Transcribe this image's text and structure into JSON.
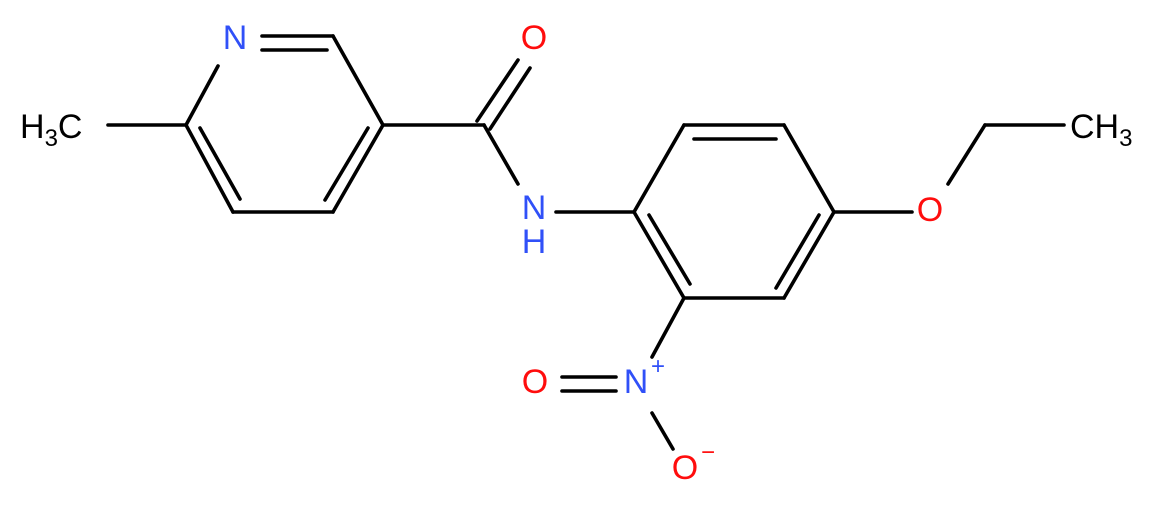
{
  "colors": {
    "bond": "#000000",
    "nitrogen": "#3050F8",
    "oxygen": "#FF0D0D",
    "carbon": "#000000"
  },
  "atoms": {
    "pyridine_n": {
      "element": "N"
    },
    "methyl_left": {
      "main": "H",
      "sub": "3",
      "tail": "C"
    },
    "carbonyl_o": {
      "element": "O"
    },
    "amide_nh": {
      "element": "N",
      "h": "H"
    },
    "ether_o": {
      "element": "O"
    },
    "methyl_right": {
      "main": "CH",
      "sub": "3"
    },
    "nitro_n": {
      "element": "N",
      "charge": "+"
    },
    "nitro_o1": {
      "element": "O"
    },
    "nitro_o2": {
      "element": "O",
      "charge": "−"
    }
  }
}
